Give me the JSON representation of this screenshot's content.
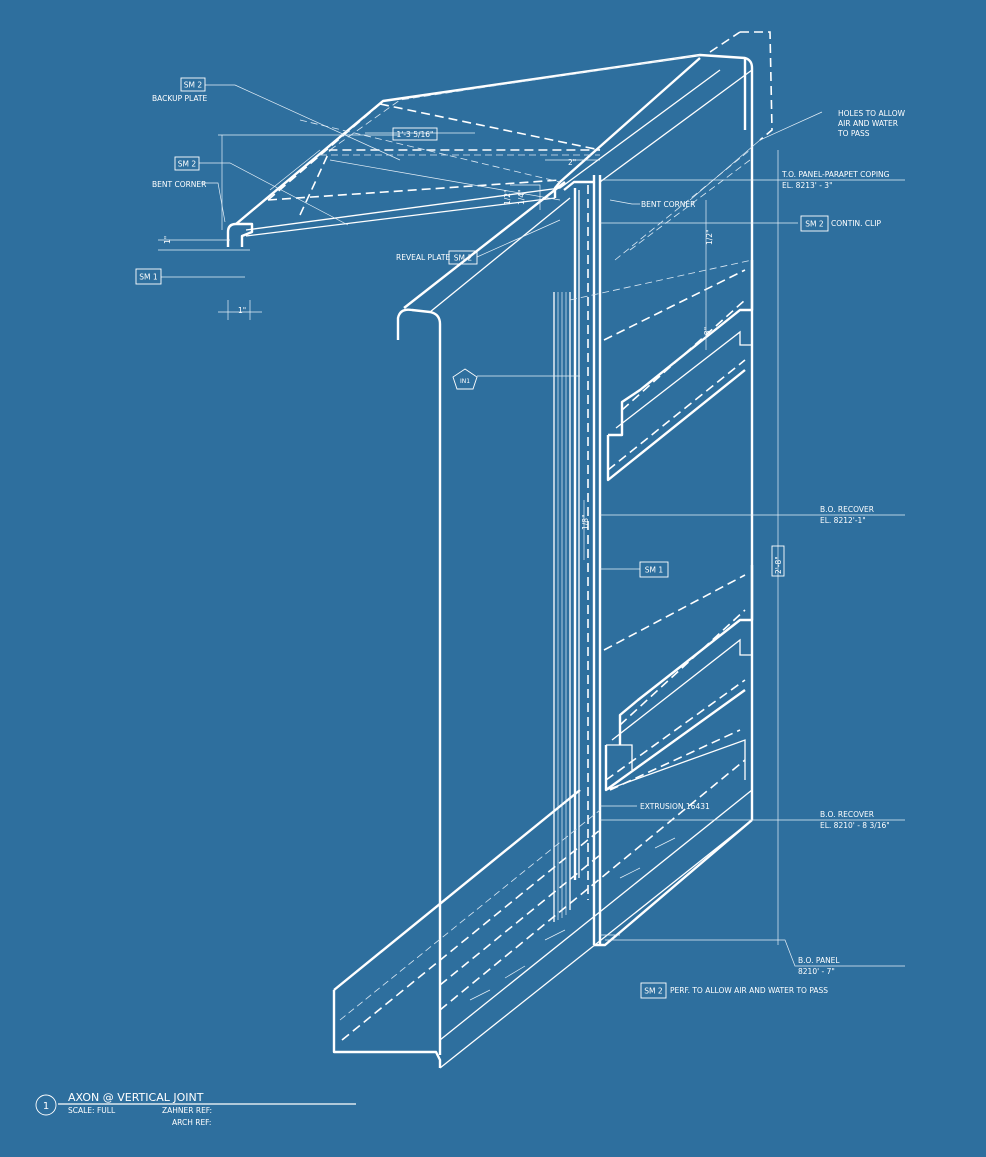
{
  "tags": {
    "backup_plate": "SM 2",
    "bent_corner_left": "SM 2",
    "sm1_left": "SM 1",
    "reveal_plate": "SM 2",
    "contin_clip": "SM 2",
    "sm1_mid": "SM 1",
    "perf": "SM 2",
    "pentagon": "IN1"
  },
  "labels": {
    "backup_plate": "BACKUP PLATE",
    "bent_corner_left": "BENT CORNER",
    "reveal_plate": "REVEAL PLATE",
    "bent_corner_right": "BENT CORNER",
    "contin_clip": "CONTIN. CLIP",
    "holes_1": "HOLES TO ALLOW",
    "holes_2": "AIR AND WATER",
    "holes_3": "TO PASS",
    "extrusion": "EXTRUSION 16431",
    "perf": "PERF. TO ALLOW AIR AND WATER TO PASS"
  },
  "elevations": {
    "coping_label": "T.O. PANEL-PARAPET COPING",
    "coping_value": "EL. 8213' - 3\"",
    "recover1_label": "B.O. RECOVER",
    "recover1_value": "EL. 8212'-1\"",
    "recover2_label": "B.O. RECOVER",
    "recover2_value": "EL. 8210' - 8 3/16\"",
    "panel_label": "B.O. PANEL",
    "panel_value": "8210' - 7\""
  },
  "dimensions": {
    "top_width": "1'-3 5/16\"",
    "two_inch": "2\"",
    "one_inch": "1\"",
    "left_one": "1\"",
    "half": "1/2\"",
    "small_a": "1/2\"",
    "small_b": "1/4\"",
    "three": "3\"",
    "eighth": "1/8\"",
    "overall": "2'-8\""
  },
  "title_block": {
    "number": "1",
    "title": "AXON @ VERTICAL JOINT",
    "scale": "SCALE: FULL",
    "zahner_ref": "ZAHNER REF:",
    "arch_ref": "ARCH REF:"
  },
  "colors": {
    "background": "#2e6f9e",
    "linework": "#ffffff"
  }
}
